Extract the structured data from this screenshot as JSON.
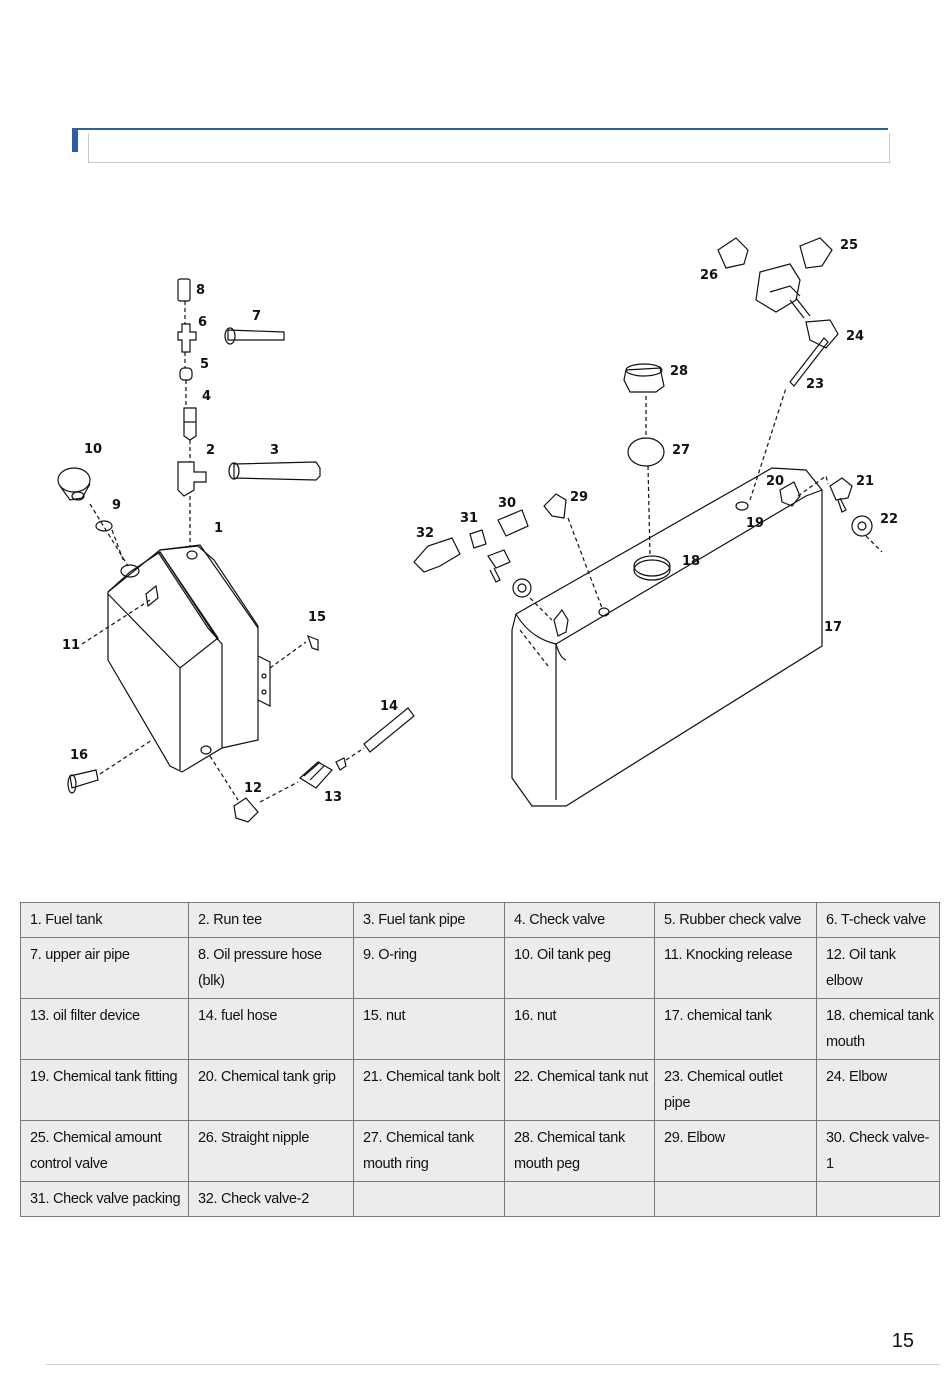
{
  "diagram": {
    "callouts": [
      "1",
      "2",
      "3",
      "4",
      "5",
      "6",
      "7",
      "8",
      "9",
      "10",
      "11",
      "12",
      "13",
      "14",
      "15",
      "16",
      "17",
      "18",
      "19",
      "20",
      "21",
      "22",
      "23",
      "24",
      "25",
      "26",
      "27",
      "28",
      "29",
      "30",
      "31",
      "32"
    ]
  },
  "parts": [
    [
      "1. Fuel tank",
      "2. Run tee",
      "3. Fuel tank pipe",
      "4. Check valve",
      "5. Rubber check valve",
      "6. T-check valve"
    ],
    [
      "7. upper air pipe",
      "8. Oil pressure hose (blk)",
      "9. O-ring",
      "10. Oil tank peg",
      "11. Knocking release",
      "12. Oil tank elbow"
    ],
    [
      "13. oil filter device",
      "14. fuel hose",
      "15. nut",
      "16. nut",
      "17. chemical tank",
      "18. chemical tank mouth"
    ],
    [
      "19. Chemical tank fitting",
      "20. Chemical tank grip",
      "21. Chemical tank bolt",
      "22. Chemical tank nut",
      "23. Chemical outlet pipe",
      "24. Elbow"
    ],
    [
      "25. Chemical amount control valve",
      "26. Straight nipple",
      "27. Chemical tank mouth ring",
      "28. Chemical tank mouth peg",
      "29. Elbow",
      "30. Check valve-1"
    ],
    [
      "31. Check valve packing",
      "32. Check valve-2",
      "",
      "",
      "",
      ""
    ]
  ],
  "page_number": "15"
}
